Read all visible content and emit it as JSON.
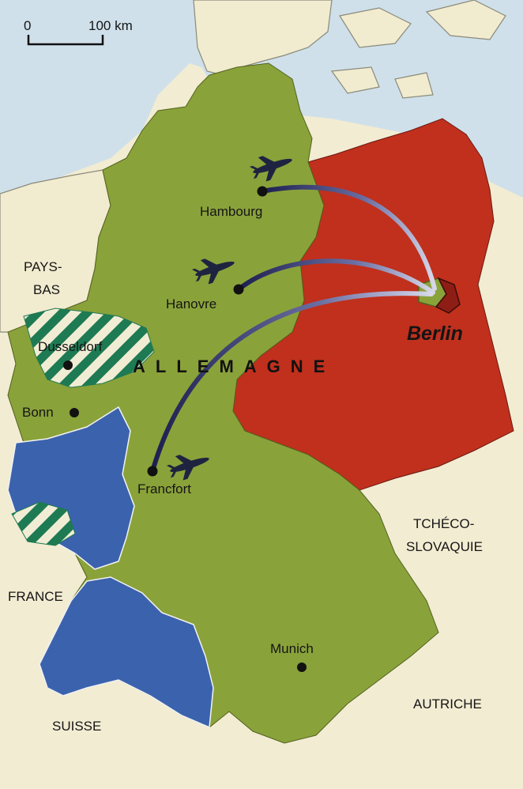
{
  "scale": {
    "zero": "0",
    "distance": "100 km"
  },
  "country_label": "ALLEMAGNE",
  "cities": {
    "hambourg": "Hambourg",
    "hanovre": "Hanovre",
    "francfort": "Francfort",
    "dusseldorf": "Dusseldorf",
    "bonn": "Bonn",
    "munich": "Munich",
    "berlin": "Berlin"
  },
  "neighbors": {
    "pays_bas_line1": "PAYS-",
    "pays_bas_line2": "BAS",
    "tcheco_line1": "TCHÉCO-",
    "tcheco_line2": "SLOVAQUIE",
    "france": "FRANCE",
    "suisse": "SUISSE",
    "autriche": "AUTRICHE"
  },
  "airlift_routes": [
    "Hambourg",
    "Hanovre",
    "Francfort"
  ],
  "colors": {
    "sea": "#cfe0ea",
    "land": "#f2ecd2",
    "west_germany": "#8aa23a",
    "east_germany": "#c0301d",
    "french_zone": "#3b62ad",
    "ruhr_hatch": "#1e7a52",
    "route": "#353a72"
  },
  "icons": [
    "plane-icon",
    "city-dot-icon"
  ]
}
